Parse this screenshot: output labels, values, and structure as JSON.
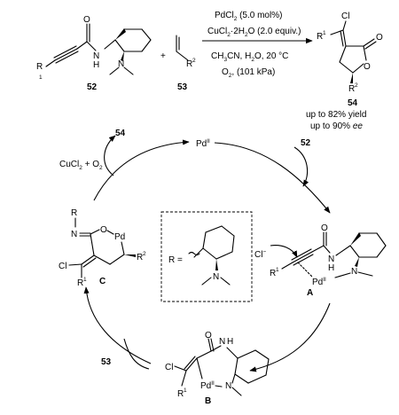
{
  "reaction": {
    "conditions": {
      "catalyst": "PdCl",
      "catalyst_sub": "2",
      "catalyst_load": " (5.0 mol%)",
      "oxidant_a": "CuCl",
      "oxidant_b": "·2H",
      "oxidant_c": "O (2.0 equiv.)",
      "sub2": "2",
      "solvent_a": "CH",
      "solvent_b": "CN, H",
      "solvent_c": "O, 20 °C",
      "sub3": "3",
      "o2_a": "O",
      "o2_b": ", (101 kPa)"
    },
    "compound_52": "52",
    "compound_53": "53",
    "compound_54": "54",
    "plus": "+",
    "yield": "up to 82% yield",
    "ee_a": "up to 90% ",
    "ee_b": "ee",
    "R": "R",
    "R1": "1",
    "R2": "2",
    "Cl": "Cl",
    "O": "O",
    "N": "N",
    "H": "H"
  },
  "cycle": {
    "pd_top": "Pd",
    "pd_top_sup": "II",
    "label_54": "54",
    "label_52": "52",
    "label_53": "53",
    "reoxidant_a": "CuCl",
    "reoxidant_b": " + O",
    "chloride": "Cl",
    "chloride_sup": "−",
    "int_A": "A",
    "int_B": "B",
    "int_C": "C",
    "pd_A": "Pd",
    "pd_B": "Pd",
    "pd_C": "Pd",
    "II": "II",
    "R_def": "R ="
  }
}
